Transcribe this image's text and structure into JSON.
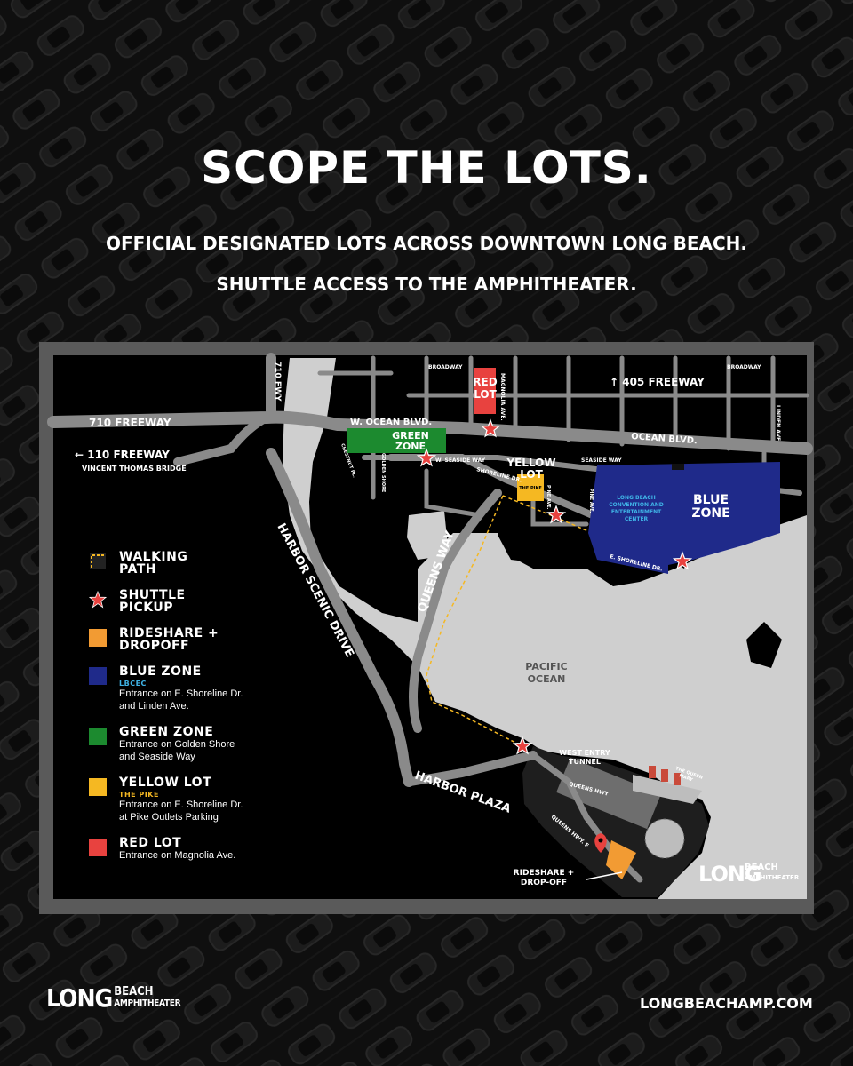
{
  "title": "SCOPE THE LOTS.",
  "subtitle_1": "OFFICIAL DESIGNATED LOTS ACROSS DOWNTOWN LONG BEACH.",
  "subtitle_2": "SHUTTLE ACCESS TO THE AMPHITHEATER.",
  "map": {
    "streets": {
      "fwy_710_h": "710 FREEWAY",
      "fwy_710_v": "710 FWY",
      "fwy_110": "← 110 FREEWAY",
      "vt_bridge": "VINCENT THOMAS BRIDGE",
      "fwy_405": "↑ 405 FREEWAY",
      "broadway_1": "BROADWAY",
      "broadway_2": "BROADWAY",
      "magnolia": "MAGNOLIA AVE.",
      "w_ocean": "W. OCEAN BLVD.",
      "ocean": "OCEAN BLVD.",
      "linden": "LINDEN AVE.",
      "w_seaside": "W. SEASIDE WAY",
      "seaside": "SEASIDE WAY",
      "chestnut": "CHESTNUT PL.",
      "golden_shore": "GOLDEN SHORE",
      "shoreline": "SHORELINE DR.",
      "e_shoreline": "E. SHORELINE DR.",
      "pine": "PINE AVE.",
      "pine2": "PINE AVE.",
      "queens_way": "QUEENS WAY",
      "harbor_scenic": "HARBOR SCENIC DRIVE",
      "harbor_plaza": "HARBOR PLAZA",
      "queens_hwy": "QUEENS HWY",
      "queens_hwy_e": "QUEENS HWY. E"
    },
    "places": {
      "red_lot_1": "RED",
      "red_lot_2": "LOT",
      "green_zone_1": "GREEN",
      "green_zone_2": "ZONE",
      "yellow_lot_1": "YELLOW",
      "yellow_lot_2": "LOT",
      "the_pike": "THE PIKE",
      "blue_zone_1": "BLUE",
      "blue_zone_2": "ZONE",
      "lbcec_1": "LONG BEACH",
      "lbcec_2": "CONVENTION AND",
      "lbcec_3": "ENTERTAINMENT",
      "lbcec_4": "CENTER",
      "pacific_1": "PACIFIC",
      "pacific_2": "OCEAN",
      "west_entry_1": "WEST ENTRY",
      "west_entry_2": "TUNNEL",
      "queen_mary_1": "THE QUEEN",
      "queen_mary_2": "MARY",
      "rideshare_1": "RIDESHARE +",
      "rideshare_2": "DROP-OFF"
    },
    "logo": {
      "big": "LONG",
      "top": "BEACH",
      "bottom": "AMPHITHEATER"
    }
  },
  "legend": [
    {
      "key": "walking",
      "title_1": "WALKING",
      "title_2": "PATH",
      "sub": "",
      "desc_1": "",
      "desc_2": "",
      "color": "#f5b822"
    },
    {
      "key": "shuttle",
      "title_1": "SHUTTLE",
      "title_2": "PICKUP",
      "sub": "",
      "desc_1": "",
      "desc_2": "",
      "color": "#e8423f"
    },
    {
      "key": "rideshare",
      "title_1": "RIDESHARE +",
      "title_2": "DROPOFF",
      "sub": "",
      "desc_1": "",
      "desc_2": "",
      "color": "#f29b33"
    },
    {
      "key": "blue",
      "title_1": "BLUE ZONE",
      "title_2": "",
      "sub": "LBCEC",
      "desc_1": "Entrance on E. Shoreline Dr.",
      "desc_2": "and Linden Ave.",
      "color": "#1f2a8a",
      "sub_color": "#3fb3e6"
    },
    {
      "key": "green",
      "title_1": "GREEN ZONE",
      "title_2": "",
      "sub": "",
      "desc_1": "Entrance on Golden Shore",
      "desc_2": "and Seaside Way",
      "color": "#1c8a2f"
    },
    {
      "key": "yellow",
      "title_1": "YELLOW LOT",
      "title_2": "",
      "sub": "THE PIKE",
      "desc_1": "Entrance on E. Shoreline Dr.",
      "desc_2": "at Pike Outlets Parking",
      "color": "#f5b822",
      "sub_color": "#f5b822"
    },
    {
      "key": "red",
      "title_1": "RED LOT",
      "title_2": "",
      "sub": "",
      "desc_1": "Entrance on Magnolia Ave.",
      "desc_2": "",
      "color": "#e8423f"
    }
  ],
  "footer": {
    "logo_big": "LONG",
    "logo_top": "BEACH",
    "logo_bottom": "AMPHITHEATER",
    "url": "LONGBEACHAMP.COM"
  },
  "colors": {
    "road": "#8a8a8a",
    "land": "#000000",
    "water": "#cfcfcf",
    "frame": "#5a5a5a",
    "star": "#e8423f"
  }
}
